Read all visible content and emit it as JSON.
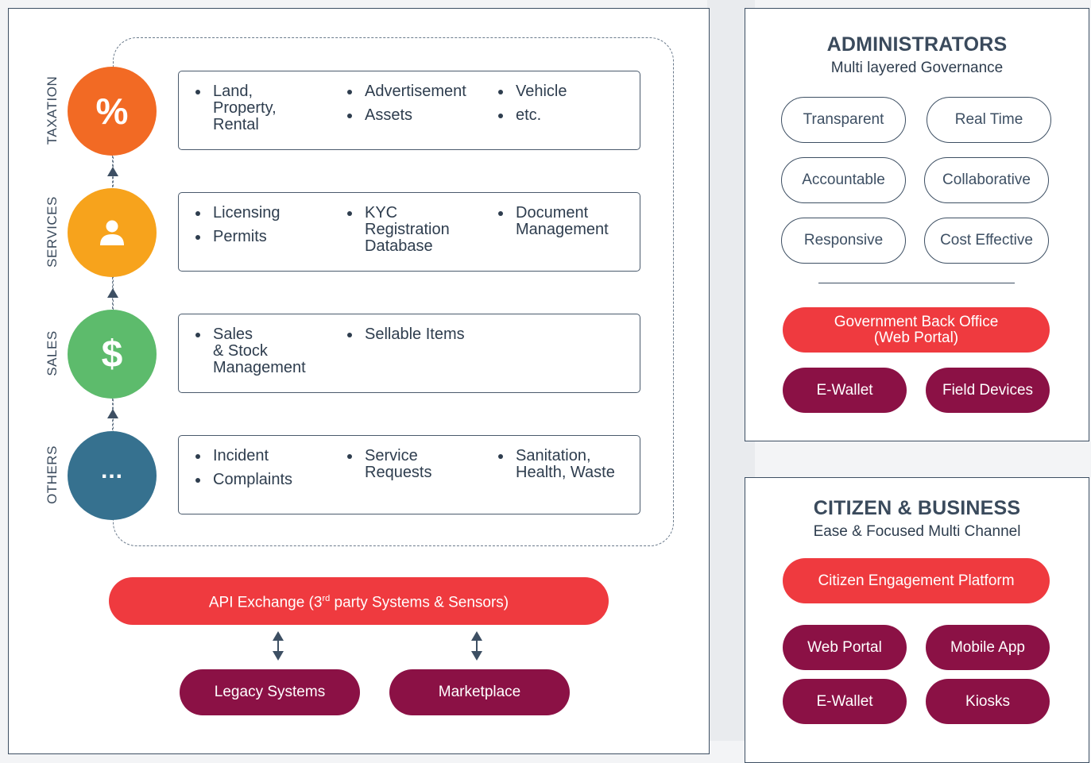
{
  "categories": [
    {
      "label": "TAXATION",
      "icon": "percent-icon",
      "glyph": "%",
      "color": "#f26a24",
      "items": [
        {
          "text": "Land,\nProperty,\nRental"
        },
        {
          "text": "Advertisement"
        },
        {
          "text": "Assets"
        },
        {
          "text": "Vehicle"
        },
        {
          "text": "etc."
        }
      ]
    },
    {
      "label": "SERVICES",
      "icon": "person-icon",
      "color": "#f7a31c",
      "items": [
        {
          "text": "Licensing"
        },
        {
          "text": "Permits"
        },
        {
          "text": "KYC\nRegistration\nDatabase"
        },
        {
          "text": "Document\nManagement"
        }
      ]
    },
    {
      "label": "SALES",
      "icon": "dollar-icon",
      "glyph": "$",
      "color": "#5dbb6c",
      "items": [
        {
          "text": "Sales\n& Stock\nManagement"
        },
        {
          "text": "Sellable Items"
        }
      ]
    },
    {
      "label": "OTHERS",
      "icon": "ellipsis-icon",
      "glyph": "...",
      "color": "#36718f",
      "items": [
        {
          "text": "Incident"
        },
        {
          "text": "Complaints"
        },
        {
          "text": "Service\nRequests"
        },
        {
          "text": "Sanitation,\nHealth, Waste"
        }
      ]
    }
  ],
  "api": {
    "prefix": "API Exchange (3",
    "sup": "rd",
    "suffix": " party Systems & Sensors)"
  },
  "bottom": {
    "legacy": "Legacy Systems",
    "marketplace": "Marketplace"
  },
  "administrators": {
    "title": "ADMINISTRATORS",
    "subtitle": "Multi layered Governance",
    "qualities": [
      "Transparent",
      "Real Time",
      "Accountable",
      "Collaborative",
      "Responsive",
      "Cost Effective"
    ],
    "back_office": "Government Back Office\n(Web Portal)",
    "ewallet": "E-Wallet",
    "field_devices": "Field Devices"
  },
  "citizen": {
    "title": "CITIZEN & BUSINESS",
    "subtitle": "Ease & Focused Multi Channel",
    "platform": "Citizen Engagement Platform",
    "web_portal": "Web Portal",
    "mobile_app": "Mobile App",
    "ewallet": "E-Wallet",
    "kiosks": "Kiosks"
  },
  "colors": {
    "red": "#ef3a3f",
    "maroon": "#8b1145",
    "navy": "#3d4f63"
  }
}
